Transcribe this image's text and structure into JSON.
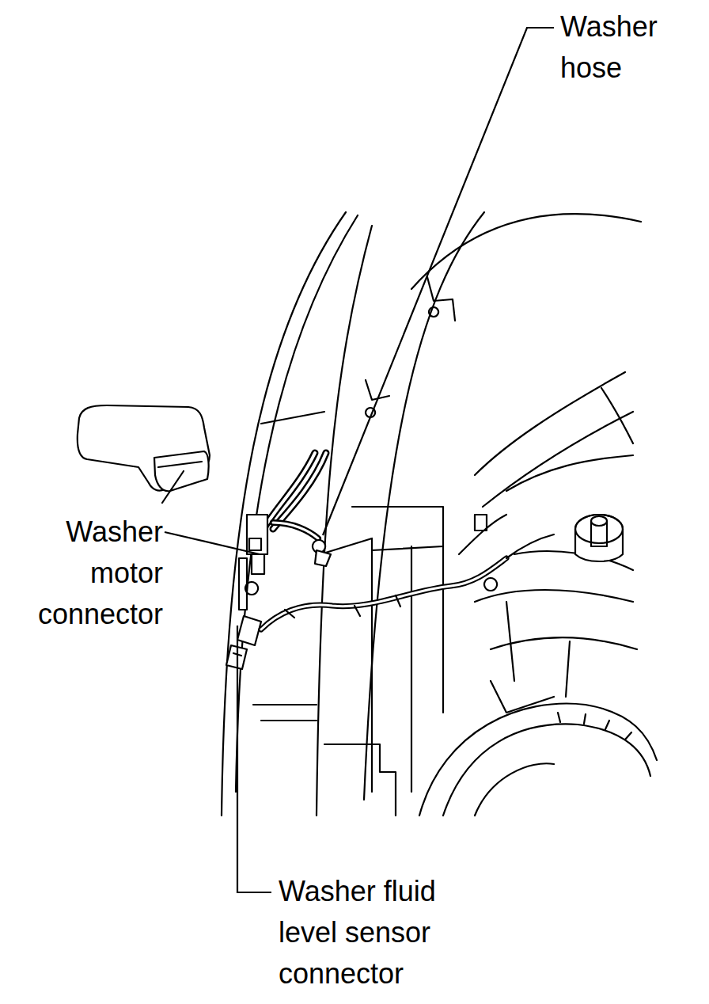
{
  "diagram": {
    "labels": [
      "Washer hose",
      "Washer motor connector",
      "Washer fluid level sensor connector"
    ]
  }
}
